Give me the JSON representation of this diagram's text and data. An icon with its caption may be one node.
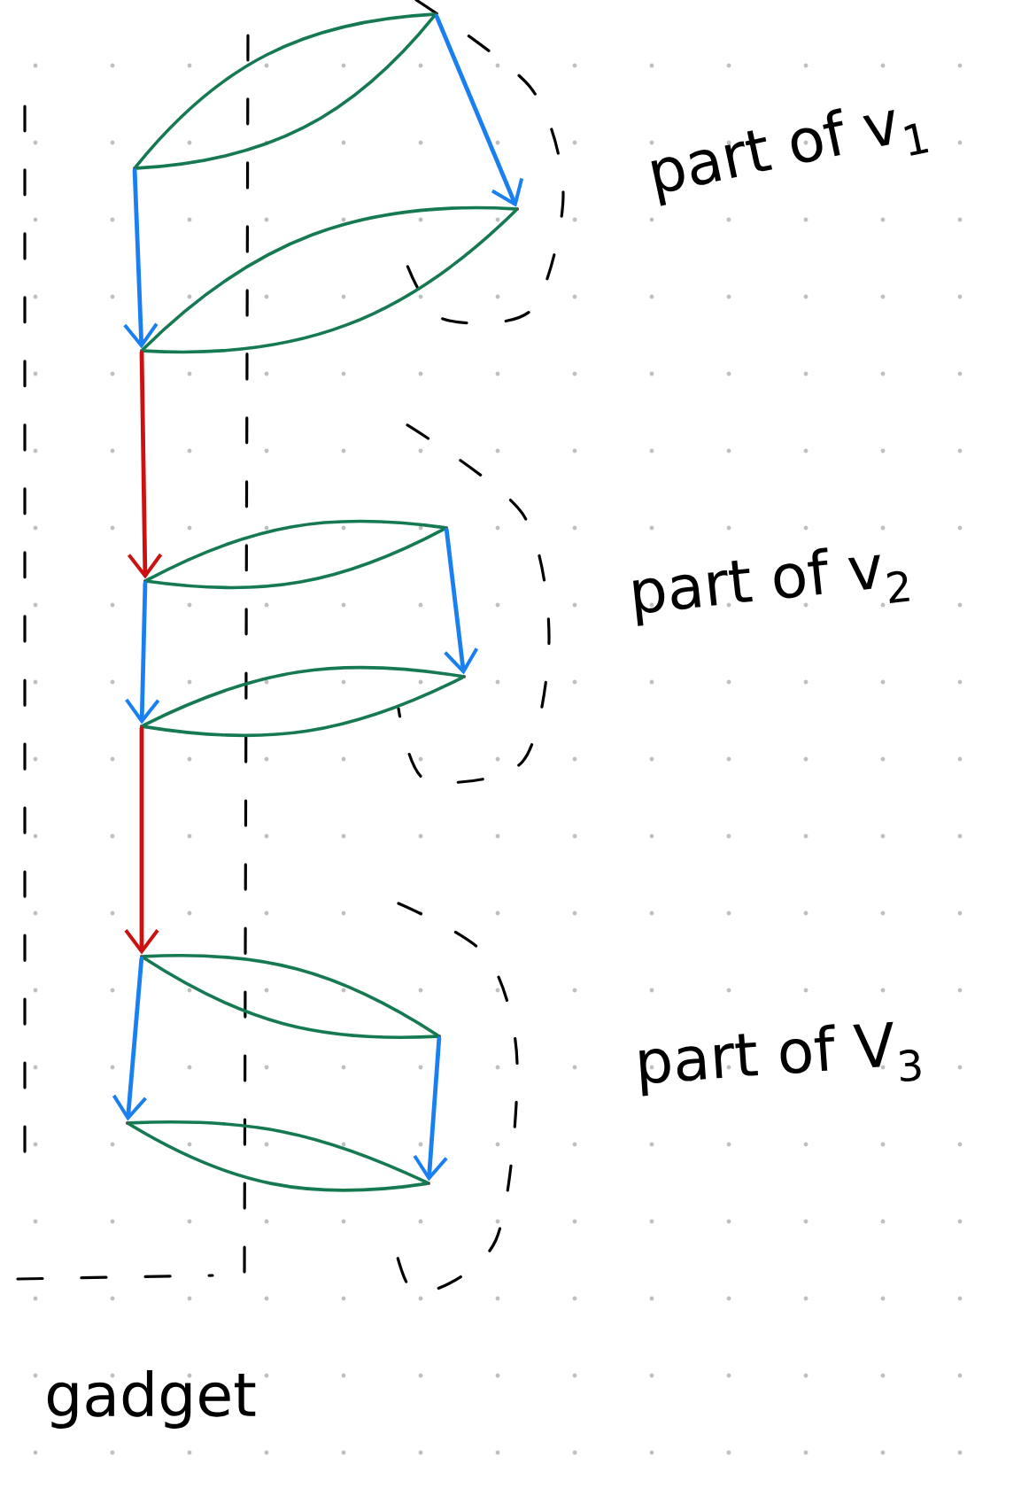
{
  "diagram": {
    "nodes": [
      {
        "text": [],
        "shape": "dot"
      },
      {
        "text": [],
        "shape": "dot"
      },
      {
        "text": [],
        "shape": "dot"
      },
      {
        "text": [],
        "shape": "dot"
      },
      {
        "text": [],
        "shape": "dot"
      },
      {
        "text": [],
        "shape": "dot"
      },
      {
        "text": [],
        "shape": "dot"
      },
      {
        "text": [],
        "shape": "dot"
      },
      {
        "text": [],
        "shape": "dot"
      },
      {
        "text": [],
        "shape": "dot"
      },
      {
        "text": [],
        "shape": "dot"
      },
      {
        "text": [],
        "shape": "dot"
      }
    ],
    "edges": [
      {
        "from": 0,
        "to": 1,
        "arrow": "none",
        "color": "#157a52"
      },
      {
        "from": 0,
        "to": 1,
        "arrow": "none",
        "color": "#157a52"
      },
      {
        "from": 0,
        "to": 2,
        "arrow": "to",
        "color": "#1a7ff0"
      },
      {
        "from": 1,
        "to": 3,
        "arrow": "to",
        "color": "#1a7ff0"
      },
      {
        "from": 2,
        "to": 3,
        "arrow": "none",
        "color": "#157a52"
      },
      {
        "from": 2,
        "to": 3,
        "arrow": "none",
        "color": "#157a52"
      },
      {
        "from": 2,
        "to": 4,
        "arrow": "to",
        "color": "#cc1111"
      },
      {
        "from": 4,
        "to": 5,
        "arrow": "none",
        "color": "#157a52"
      },
      {
        "from": 4,
        "to": 5,
        "arrow": "none",
        "color": "#157a52"
      },
      {
        "from": 4,
        "to": 6,
        "arrow": "to",
        "color": "#1a7ff0"
      },
      {
        "from": 5,
        "to": 7,
        "arrow": "to",
        "color": "#1a7ff0"
      },
      {
        "from": 6,
        "to": 7,
        "arrow": "none",
        "color": "#157a52"
      },
      {
        "from": 6,
        "to": 7,
        "arrow": "none",
        "color": "#157a52"
      },
      {
        "from": 6,
        "to": 8,
        "arrow": "to",
        "color": "#cc1111"
      },
      {
        "from": 8,
        "to": 9,
        "arrow": "none",
        "color": "#157a52"
      },
      {
        "from": 8,
        "to": 9,
        "arrow": "none",
        "color": "#157a52"
      },
      {
        "from": 8,
        "to": 10,
        "arrow": "to",
        "color": "#1a7ff0"
      },
      {
        "from": 9,
        "to": 11,
        "arrow": "to",
        "color": "#1a7ff0"
      },
      {
        "from": 10,
        "to": 11,
        "arrow": "none",
        "color": "#157a52"
      },
      {
        "from": 10,
        "to": 11,
        "arrow": "none",
        "color": "#157a52"
      }
    ],
    "labels": [
      "part of v$_{1}$",
      "part of v$_{2}$",
      "part of V$_{3}$",
      "gadget"
    ]
  }
}
